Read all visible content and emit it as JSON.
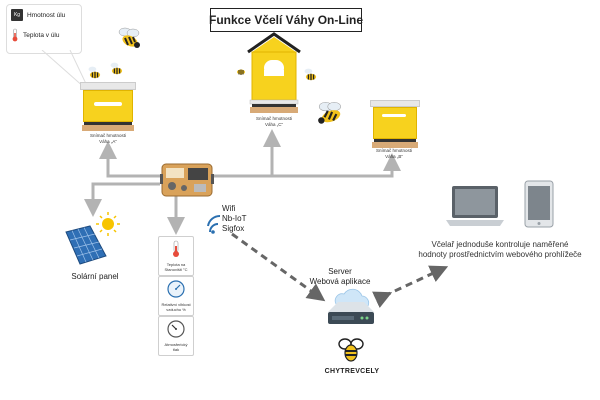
{
  "title": "Funkce Včelí Váhy On-Line",
  "bubble": {
    "weight_badge": "Kg",
    "weight_label": "Hmotnost úlu",
    "temp_label": "Teplota v úlu"
  },
  "scales": {
    "a_caption_line1": "Snímač hmotnosti",
    "a_caption_line2": "Váha „A“",
    "c_caption_line1": "Snímač hmotnosti",
    "c_caption_line2": "Váha „C“",
    "b_caption_line1": "Snímač hmotnosti",
    "b_caption_line2": "Váha „B“"
  },
  "network": {
    "line1": "Wifi",
    "line2": "Nb-IoT",
    "line3": "Sigfox"
  },
  "solar_label": "Solární panel",
  "sensors": [
    {
      "line1": "Teplota na",
      "line2": "Stanovišti °C"
    },
    {
      "line1": "Relativní vlhkost",
      "line2": "vzduchu %"
    },
    {
      "line1": "Atmosferický",
      "line2": "tlak"
    }
  ],
  "server": {
    "line1": "Server",
    "line2": "Webová aplikace"
  },
  "info": {
    "line1": "Včelař jednoduše kontroluje naměřené",
    "line2": "hodnoty prostřednictvím webového prohlížeče"
  },
  "brand": "CHYTREVCELY",
  "colors": {
    "hive_yellow": "#f7d21e",
    "hive_dark": "#e0b400",
    "roof": "#e8e8e8",
    "arrow": "#b3b3b3",
    "dashed": "#666666",
    "solar_blue": "#2f6fb5",
    "device_orange": "#d9a25a"
  }
}
